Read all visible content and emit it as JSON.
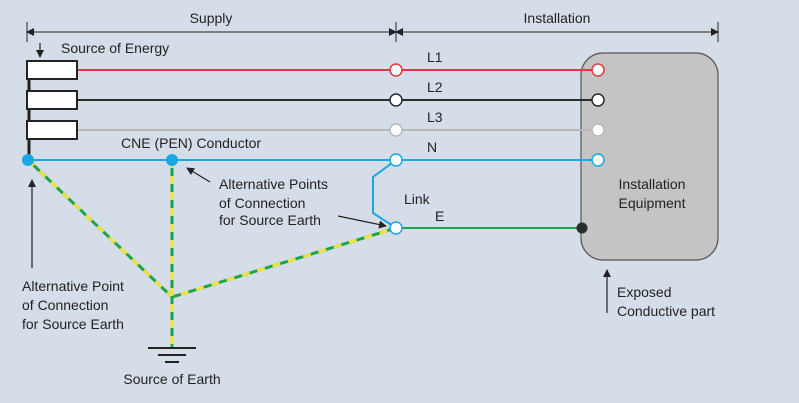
{
  "background": "#d5dde8",
  "colors": {
    "l1": "#e0393e",
    "l2": "#2b2b2b",
    "l3": "#b8b8b8",
    "neutral": "#1aa7e6",
    "earth": "#1fa34a",
    "earth_stripe": "#f2e33a",
    "equipment_fill": "#c4c4c4",
    "equipment_stroke": "#555555"
  },
  "labels": {
    "supply": "Supply",
    "installation": "Installation",
    "source_of_energy": "Source of Energy",
    "l1": "L1",
    "l2": "L2",
    "l3": "L3",
    "n": "N",
    "e": "E",
    "cne_conductor": "CNE (PEN) Conductor",
    "link": "Link",
    "alt_points_1": "Alternative Points",
    "alt_points_2": "of Connection",
    "alt_points_3": "for Source Earth",
    "alt_point_1": "Alternative Point",
    "alt_point_2": "of Connection",
    "alt_point_3": "for Source Earth",
    "equipment_1": "Installation",
    "equipment_2": "Equipment",
    "exposed_1": "Exposed",
    "exposed_2": "Conductive part",
    "source_of_earth": "Source of Earth"
  }
}
